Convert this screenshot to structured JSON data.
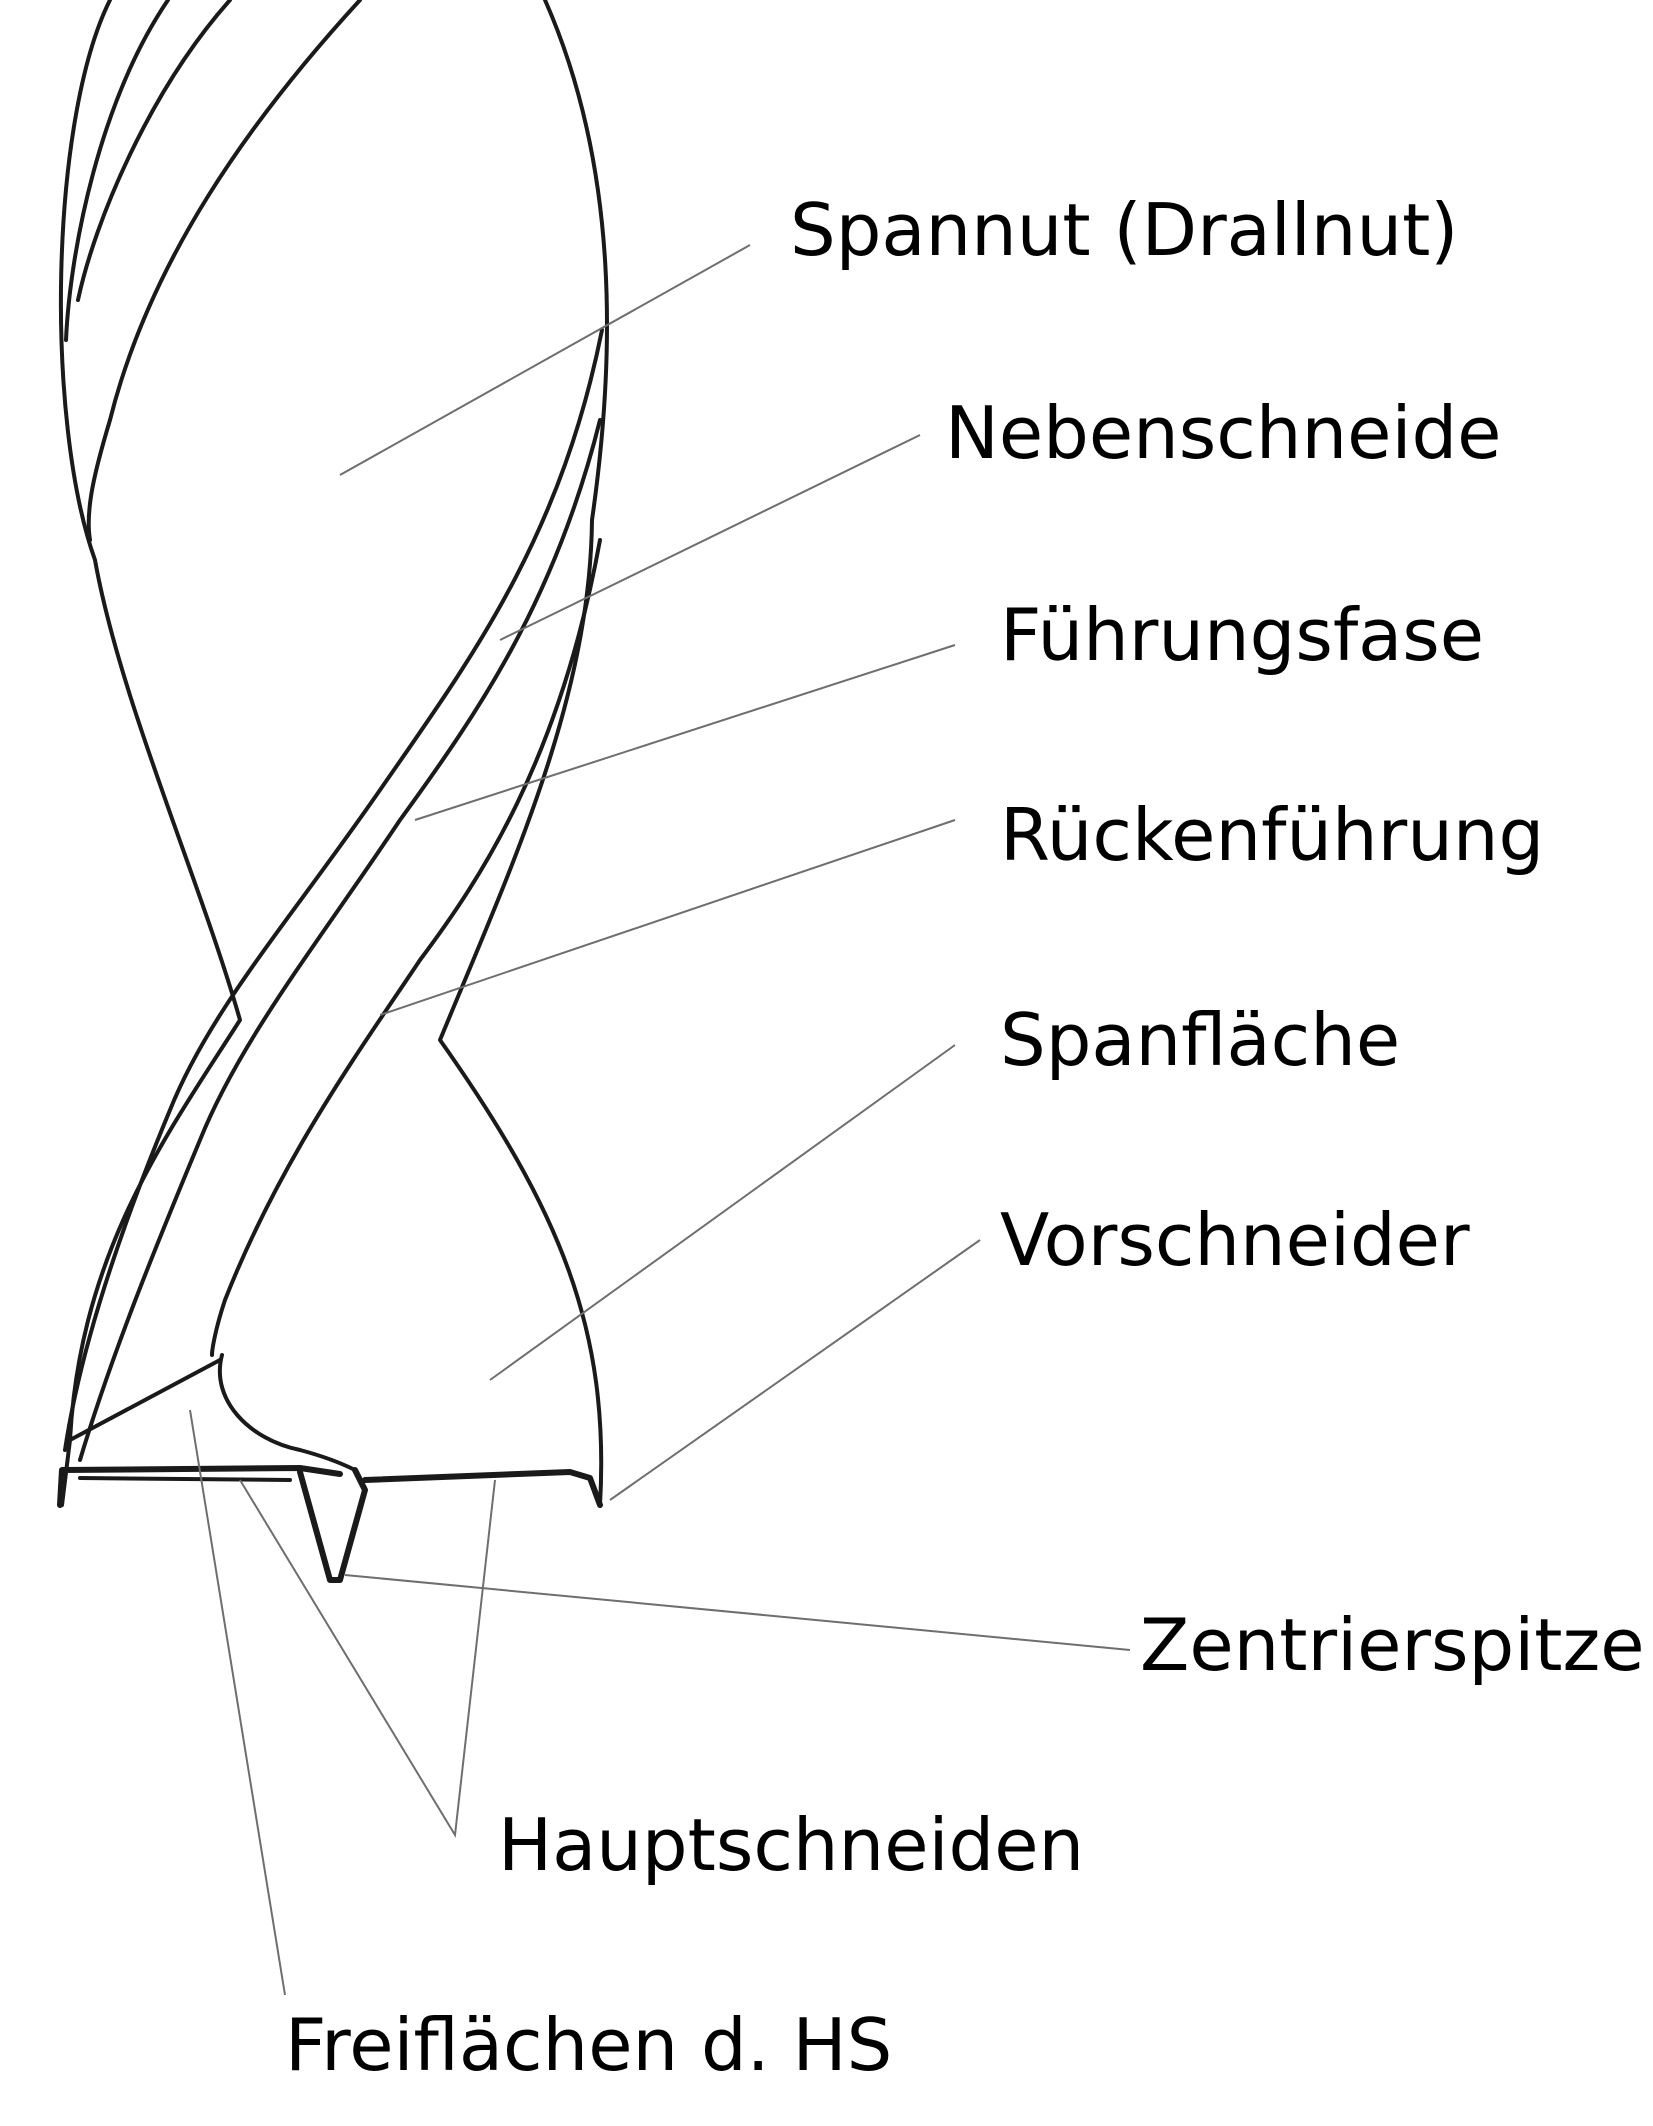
{
  "labels": {
    "spannut": "Spannut (Drallnut)",
    "nebenschneide": "Nebenschneide",
    "fuehrungsfase": "Führungsfase",
    "rueckenfuehrung": "Rückenführung",
    "spanflaeche": "Spanfläche",
    "vorschneider": "Vorschneider",
    "zentrierspitze": "Zentrierspitze",
    "hauptschneiden": "Hauptschneiden",
    "freiflaechen": "Freiflächen d. HS"
  },
  "colors": {
    "line": "#1a1a1a",
    "leader": "#6e6e6e",
    "text": "#000000",
    "background": "#ffffff"
  }
}
